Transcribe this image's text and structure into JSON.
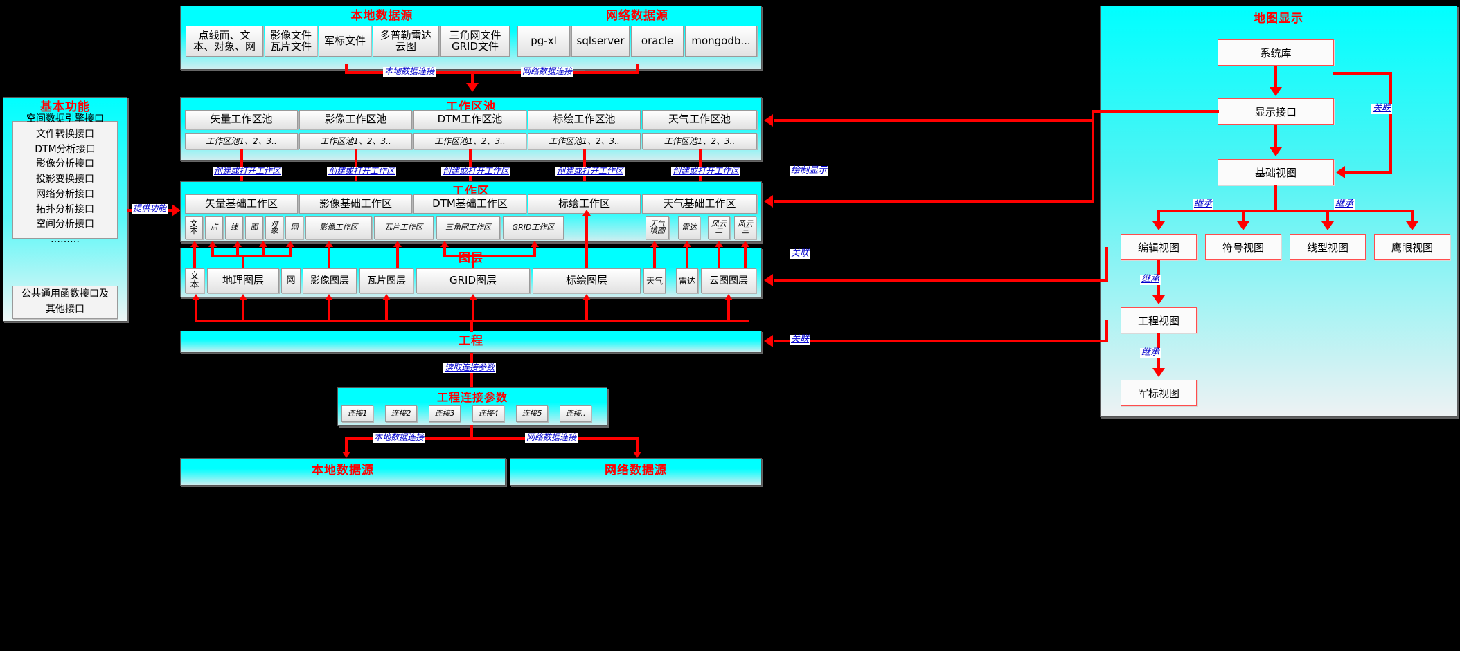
{
  "local_source_top": {
    "title": "本地数据源",
    "items": [
      "点线面、文\n本、对象、网",
      "影像文件\n瓦片文件",
      "军标文件",
      "多普勒雷达\n云图",
      "三角网文件\nGRID文件"
    ]
  },
  "net_source_top": {
    "title": "网络数据源",
    "items": [
      "pg-xl",
      "sqlserver",
      "oracle",
      "mongodb..."
    ]
  },
  "basic_function": {
    "title": "基本功能",
    "interfaces": [
      "空间数据引擎接口",
      "文件转换接口",
      "DTM分析接口",
      "影像分析接口",
      "投影变换接口",
      "网络分析接口",
      "拓扑分析接口",
      "空间分析接口",
      "………"
    ],
    "common": "公共通用函数接口及\n其他接口"
  },
  "workspace_pool": {
    "title": "工作区池",
    "columns": [
      "矢量工作区池",
      "影像工作区池",
      "DTM工作区池",
      "标绘工作区池",
      "天气工作区池"
    ],
    "sub_label": "工作区池1、2、3.."
  },
  "workspace": {
    "title": "工作区",
    "columns": [
      "矢量基础工作区",
      "影像基础工作区",
      "DTM基础工作区",
      "标绘工作区",
      "天气基础工作区"
    ],
    "vector_items": [
      "文\n本",
      "点",
      "线",
      "面",
      "对\n象",
      "网"
    ],
    "image_items": [
      "影像工作区",
      "瓦片工作区"
    ],
    "dtm_items": [
      "三角网工作区",
      "GRID工作区"
    ],
    "weather_items": [
      "天气\n填图",
      "雷达",
      "风云\n二",
      "风云\n三"
    ]
  },
  "layers": {
    "title": "图层",
    "items": [
      "文\n本",
      "地理图层",
      "网",
      "影像图层",
      "瓦片图层",
      "GRID图层",
      "标绘图层",
      "天气",
      "雷达",
      "云图图层"
    ]
  },
  "project": {
    "title": "工程"
  },
  "project_params": {
    "title": "工程连接参数",
    "items": [
      "连接1",
      "连接2",
      "连接3",
      "连接4",
      "连接5",
      "连接.."
    ]
  },
  "local_source_bottom": {
    "title": "本地数据源"
  },
  "net_source_bottom": {
    "title": "网络数据源"
  },
  "map_display": {
    "title": "地图显示",
    "sys_lib": "系统库",
    "display_api": "显示接口",
    "base_view": "基础视图",
    "views": [
      "编辑视图",
      "符号视图",
      "线型视图",
      "鹰眼视图"
    ],
    "project_view": "工程视图",
    "military_view": "军标视图"
  },
  "edge_labels": {
    "local_conn": "本地数据连接",
    "net_conn": "网络数据连接",
    "create_open_ws": "创建或打开工作区",
    "provide_func": "提供功能",
    "draw_display": "绘制显示",
    "relate": "关联",
    "inherit": "继承",
    "read_conn_params": "读取连接参数"
  },
  "colors": {
    "accent_red": "#ff0000",
    "panel_cyan": "#00ffff",
    "label_blue": "#0000cc",
    "box_grey": "#f2f2f2"
  }
}
